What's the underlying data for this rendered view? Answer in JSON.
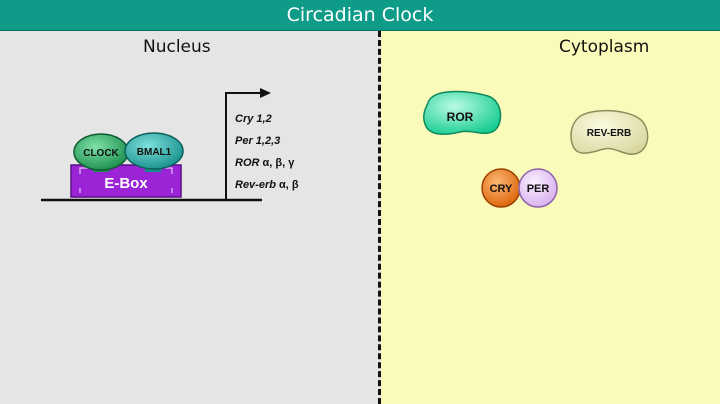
{
  "title": "Circadian Clock",
  "compartments": {
    "nucleus": "Nucleus",
    "cytoplasm": "Cytoplasm"
  },
  "promoter": {
    "label": "E-Box",
    "activators": [
      "CLOCK",
      "BMAL1"
    ]
  },
  "target_genes": [
    {
      "name": "Cry 1,2",
      "subtypes": ""
    },
    {
      "name": "Per 1,2,3",
      "subtypes": ""
    },
    {
      "name": "ROR",
      "subtypes": " α, β, γ"
    },
    {
      "name": "Rev-erb",
      "subtypes": " α, β"
    }
  ],
  "cytoplasm_proteins": {
    "ror": "ROR",
    "rev_erb": "REV-ERB",
    "cry": "CRY",
    "per": "PER"
  },
  "colors": {
    "title_bar": "#0e9c88",
    "nucleus_bg": "#e5e5e5",
    "cytoplasm_bg": "#fafbba",
    "ebox": "#9b24d6",
    "clock": "#1fa35a",
    "bmal1": "#1fada8",
    "ror": "#2ee3a8",
    "rev_erb": "#eceaba",
    "cry": "#f07a18",
    "per": "#e7c6f5"
  }
}
